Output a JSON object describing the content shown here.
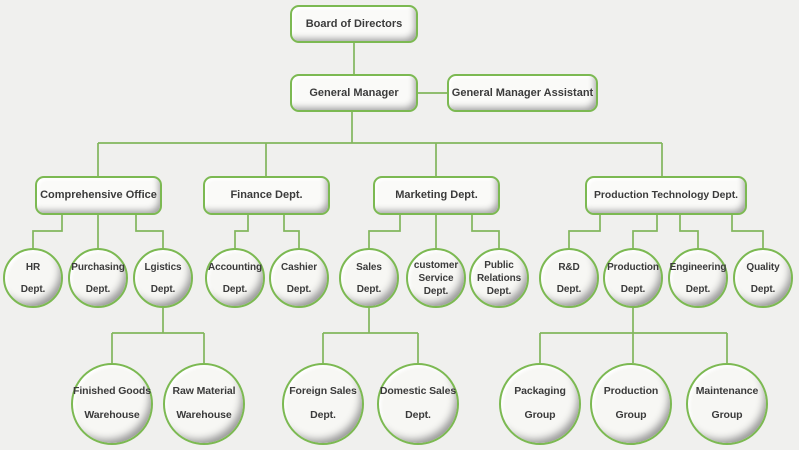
{
  "palette": {
    "background": "#f0f0ee",
    "shape_border_green": "#7cb952",
    "connector_green": "#82b65d",
    "text": "#3b3b3b"
  },
  "nodes": {
    "board": {
      "label": "Board of Directors"
    },
    "general_manager": {
      "label": "General Manager"
    },
    "general_manager_assistant": {
      "label": "General Manager Assistant"
    },
    "comprehensive_office": {
      "label": "Comprehensive Office"
    },
    "finance": {
      "label": "Finance Dept."
    },
    "marketing": {
      "label": "Marketing Dept."
    },
    "production_technology": {
      "label": "Production Technology Dept."
    },
    "hr": {
      "lines": [
        "HR",
        "Dept."
      ]
    },
    "purchasing": {
      "lines": [
        "Purchasing",
        "Dept."
      ]
    },
    "lgistics": {
      "lines": [
        "Lgistics",
        "Dept."
      ]
    },
    "accounting": {
      "lines": [
        "Accounting",
        "Dept."
      ]
    },
    "cashier": {
      "lines": [
        "Cashier",
        "Dept."
      ]
    },
    "sales": {
      "lines": [
        "Sales",
        "Dept."
      ]
    },
    "customer_service": {
      "lines": [
        "customer",
        "Service",
        "Dept."
      ]
    },
    "public_relations": {
      "lines": [
        "Public",
        "Relations",
        "Dept."
      ]
    },
    "rnd": {
      "lines": [
        "R&D",
        "Dept."
      ]
    },
    "production": {
      "lines": [
        "Production",
        "Dept."
      ]
    },
    "engineering": {
      "lines": [
        "Engineering",
        "Dept."
      ]
    },
    "quality": {
      "lines": [
        "Quality",
        "Dept."
      ]
    },
    "finished_goods_warehouse": {
      "lines": [
        "Finished Goods",
        "Warehouse"
      ]
    },
    "raw_material_warehouse": {
      "lines": [
        "Raw Material",
        "Warehouse"
      ]
    },
    "foreign_sales": {
      "lines": [
        "Foreign Sales",
        "Dept."
      ]
    },
    "domestic_sales": {
      "lines": [
        "Domestic Sales",
        "Dept."
      ]
    },
    "packaging_group": {
      "lines": [
        "Packaging",
        "Group"
      ]
    },
    "production_group": {
      "lines": [
        "Production",
        "Group"
      ]
    },
    "maintenance_group": {
      "lines": [
        "Maintenance",
        "Group"
      ]
    }
  }
}
